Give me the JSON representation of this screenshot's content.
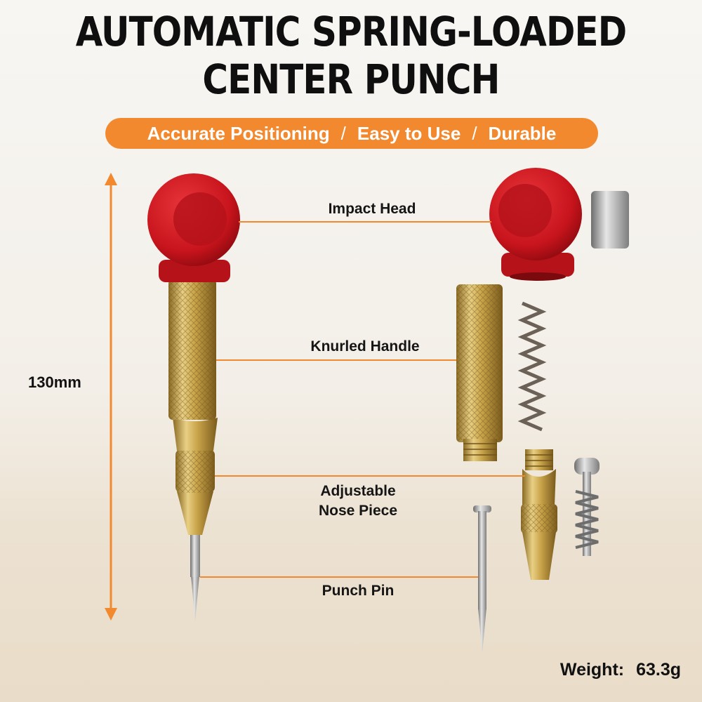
{
  "title": {
    "line1": "AUTOMATIC SPRING-LOADED",
    "line2": "CENTER PUNCH"
  },
  "features": [
    "Accurate Positioning",
    "Easy to Use",
    "Durable"
  ],
  "feature_separator": "/",
  "dimension": "130mm",
  "parts": {
    "impact_head": "Impact Head",
    "knurled_handle": "Knurled Handle",
    "nose_line1": "Adjustable",
    "nose_line2": "Nose Piece",
    "punch_pin": "Punch Pin"
  },
  "weight": {
    "label": "Weight:",
    "value": "63.3g"
  },
  "colors": {
    "accent": "#f2892f",
    "head_red": "#c8141c",
    "brass": "#c9a44a"
  }
}
